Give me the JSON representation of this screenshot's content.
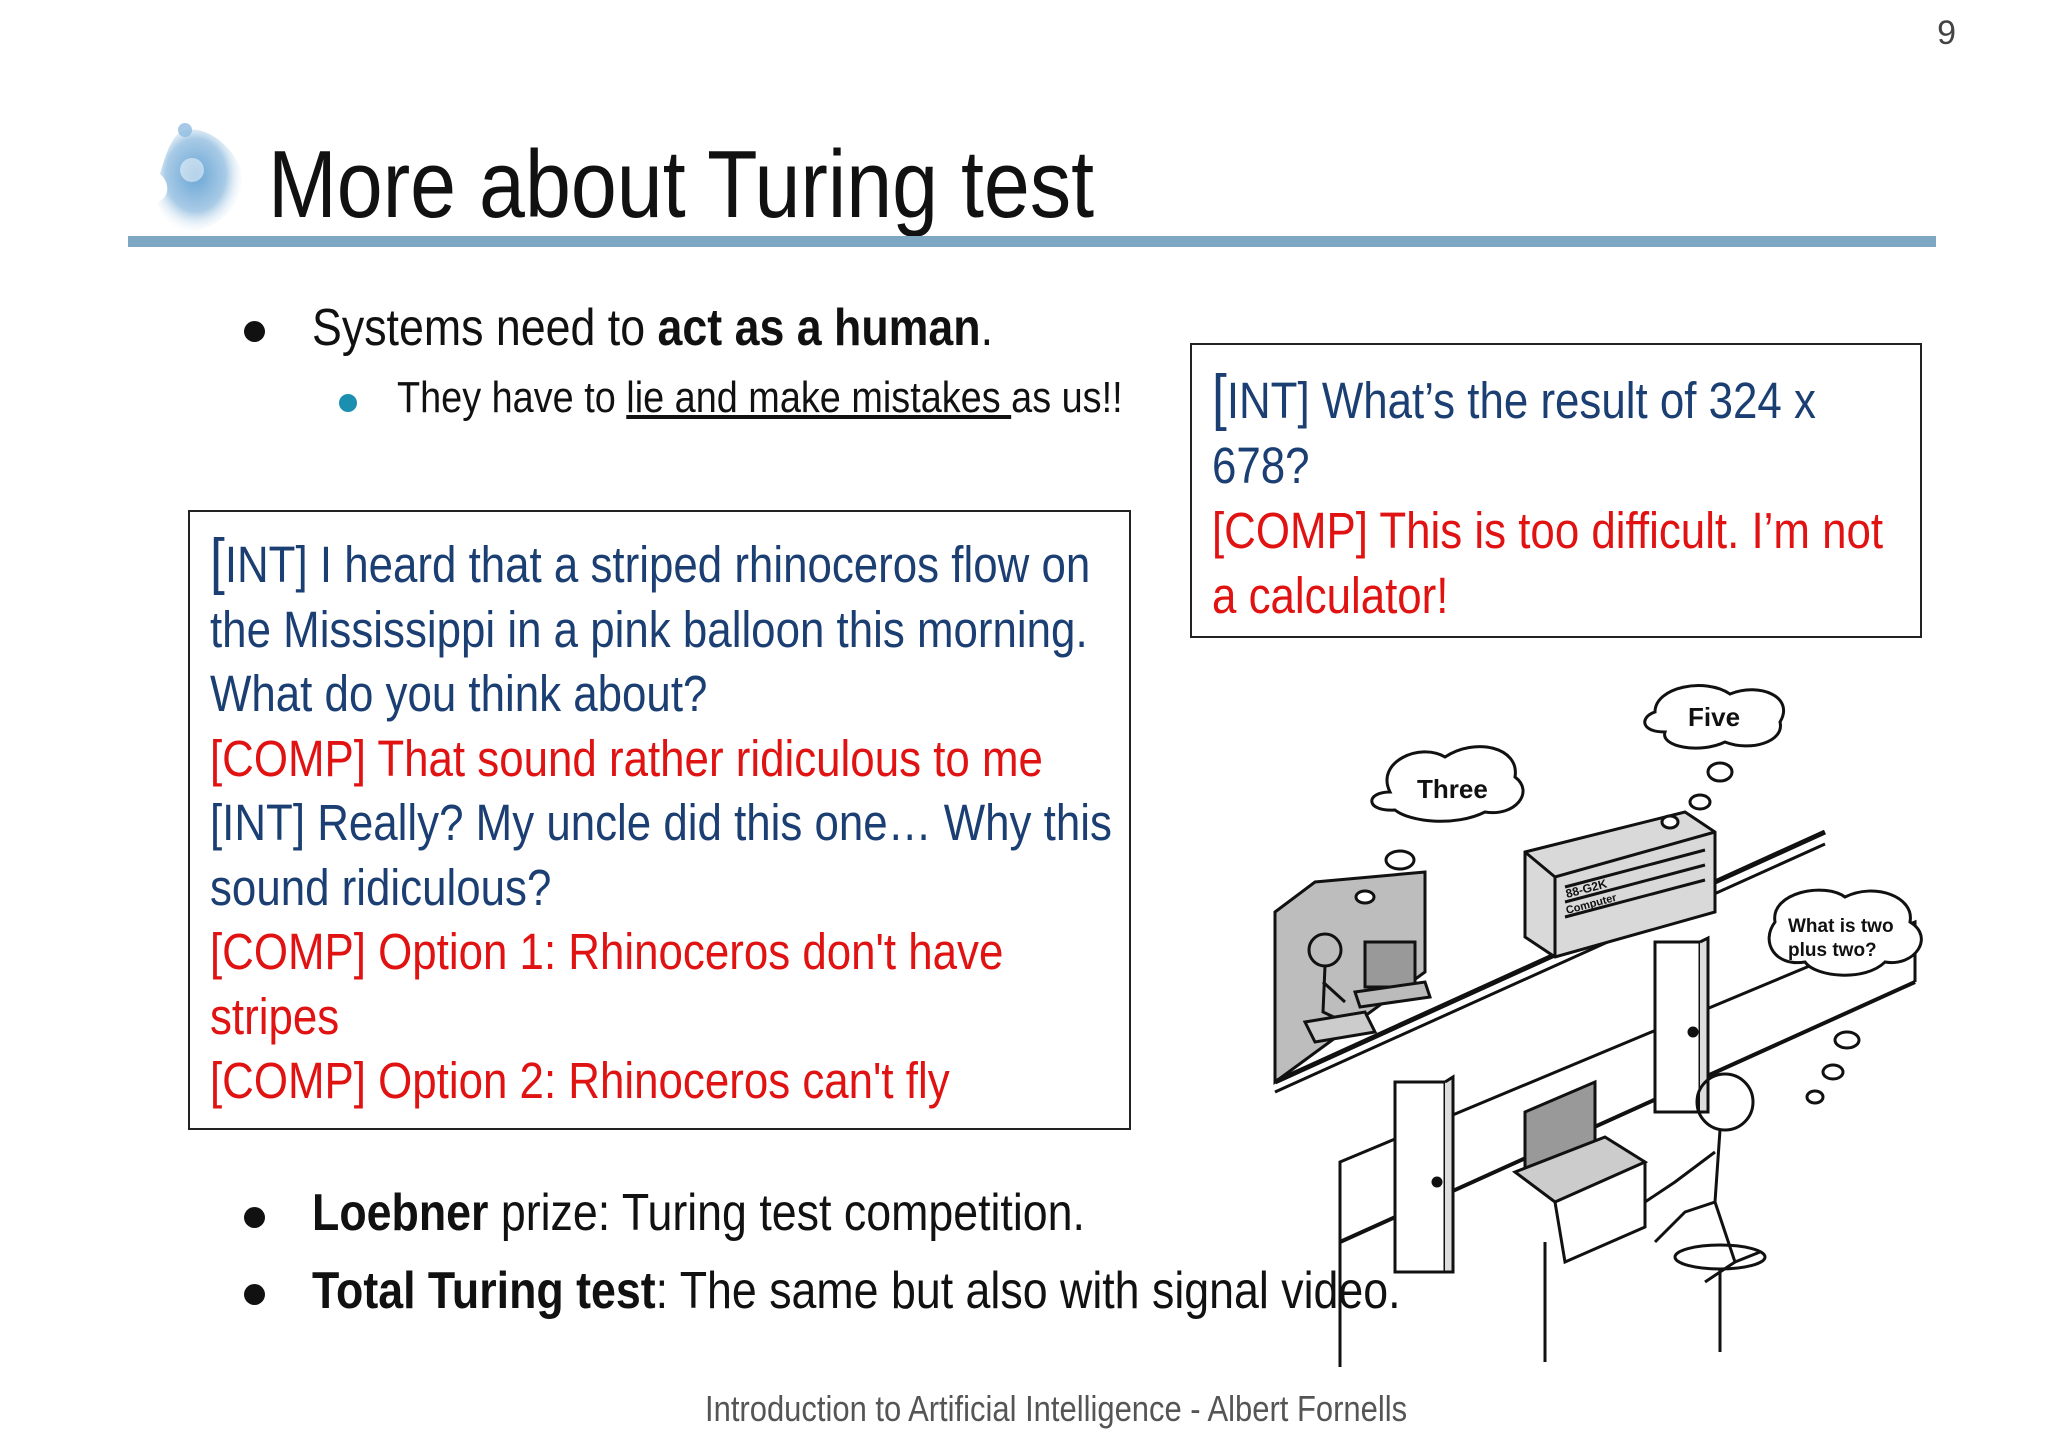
{
  "page_number": "9",
  "title": "More about Turing test",
  "bullets": {
    "b1": {
      "prefix": "Systems need to ",
      "bold": "act as a human",
      "suffix": "."
    },
    "b1_sub": {
      "prefix": "They have to ",
      "underlined": "lie and make mistakes ",
      "suffix": "as us!!"
    },
    "b2": {
      "bold": "Loebner",
      "suffix": " prize: Turing test competition."
    },
    "b3": {
      "bold": "Total Turing test",
      "suffix": ": The same but also with signal video."
    }
  },
  "dialog_left": {
    "l1_bracket": "[",
    "l1_rest": "INT] I heard that a striped rhinoceros flow on",
    "l2": "the Mississippi in a pink balloon this morning.",
    "l3": "What do you think about?",
    "l4": "[COMP] That sound rather ridiculous to me",
    "l5": "[INT] Really? My uncle did this one… Why this",
    "l6": "sound ridiculous?",
    "l7": "[COMP] Option 1: Rhinoceros don't have",
    "l8": "stripes",
    "l9": "[COMP] Option 2: Rhinoceros can't fly"
  },
  "dialog_right": {
    "l1_bracket": "[",
    "l1_rest": "INT] What’s the result of 324 x",
    "l2": "678?",
    "l3": "[COMP] This is too difficult. I’m not",
    "l4": "a calculator!"
  },
  "illustration": {
    "bubble_three": "Three",
    "bubble_five": "Five",
    "bubble_q1": "What is two",
    "bubble_q2": "plus two?",
    "computer_label1": "88-G2K",
    "computer_label2": "Computer"
  },
  "footer": "Introduction to Artificial Intelligence - Albert Fornells",
  "colors": {
    "title_rule": "#7da7c2",
    "int_text": "#1c3f73",
    "comp_text": "#e01212",
    "sub_bullet": "#1a8fb0"
  }
}
